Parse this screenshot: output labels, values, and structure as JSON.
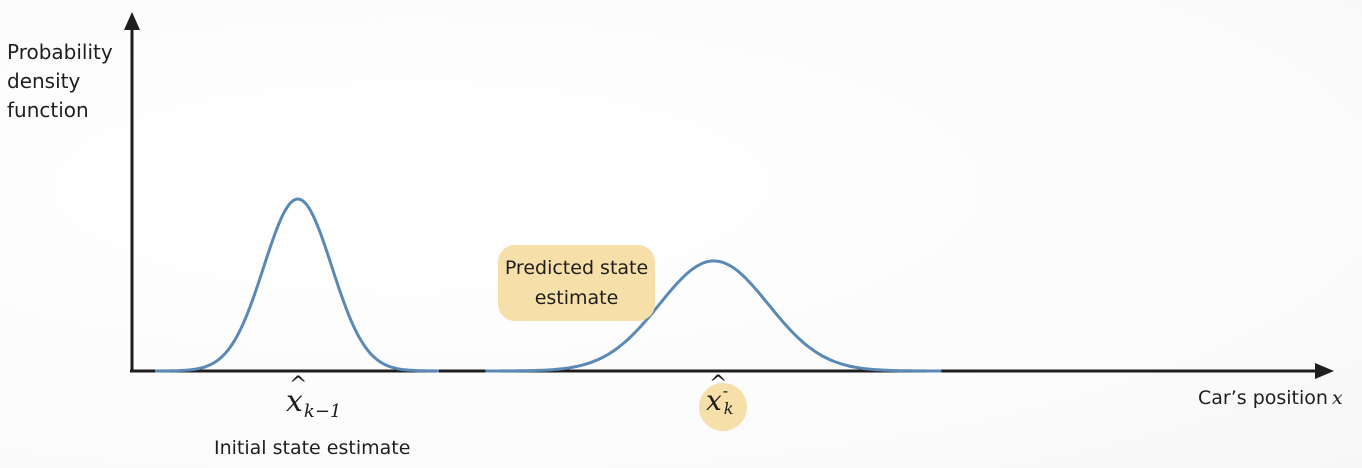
{
  "axes": {
    "y_label": "Probability\ndensity\nfunction",
    "x_label": "Car’s position",
    "x_variable": "x"
  },
  "estimates": {
    "initial": {
      "symbol": "x",
      "subscript": "k−1",
      "label": "Initial state estimate",
      "mean_position": 0.3,
      "spread": 1.0,
      "relative_peak": 1.0
    },
    "predicted": {
      "symbol": "x",
      "superscript": "-",
      "subscript": "k",
      "label": "Predicted state\nestimate",
      "mean_position": 0.72,
      "spread": 1.6,
      "relative_peak": 0.64
    }
  },
  "colors": {
    "curve": "#5b89b5",
    "axis": "#1e1e1e",
    "highlight": "#f6dfa8"
  }
}
